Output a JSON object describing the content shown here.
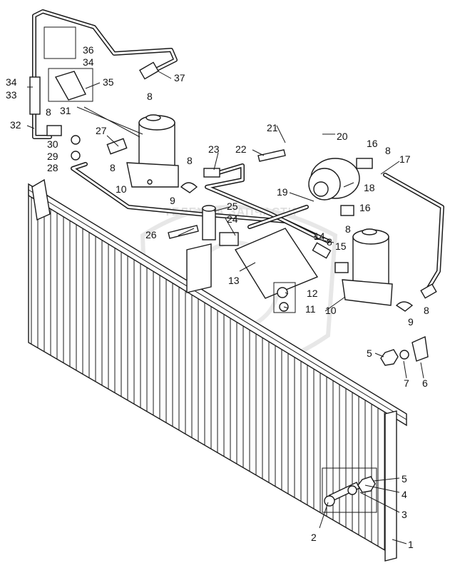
{
  "diagram": {
    "watermark": "ТЕЛЕЖКА ЗАПЧАСТИ",
    "labels": {
      "l1": "1",
      "l2": "2",
      "l3": "3",
      "l4": "4",
      "l5a": "5",
      "l5b": "5",
      "l6": "6",
      "l7": "7",
      "l8a": "8",
      "l8b": "8",
      "l8c": "8",
      "l8d": "8",
      "l8e": "8",
      "l8f": "8",
      "l8g": "8",
      "l8h": "8",
      "l9a": "9",
      "l9b": "9",
      "l10a": "10",
      "l10b": "10",
      "l11": "11",
      "l12": "12",
      "l13": "13",
      "l14": "14",
      "l15": "15",
      "l16a": "16",
      "l16b": "16",
      "l17": "17",
      "l18": "18",
      "l19": "19",
      "l20": "20",
      "l21": "21",
      "l22": "22",
      "l23": "23",
      "l24": "24",
      "l25": "25",
      "l26": "26",
      "l27": "27",
      "l28": "28",
      "l29": "29",
      "l30": "30",
      "l31": "31",
      "l32": "32",
      "l33": "33",
      "l34a": "34",
      "l34b": "34",
      "l35": "35",
      "l36": "36",
      "l37": "37"
    }
  }
}
